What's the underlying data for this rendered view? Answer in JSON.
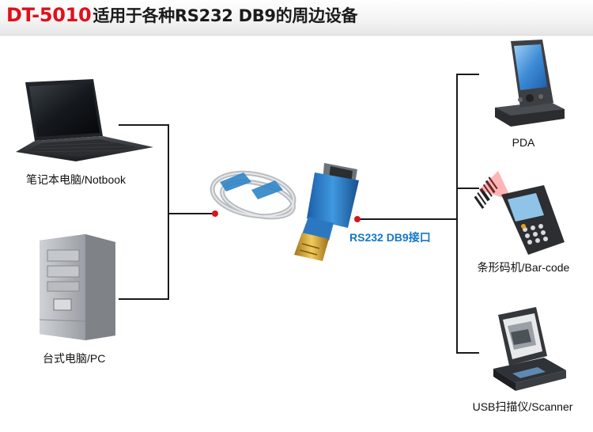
{
  "header": {
    "model": "DT-5010",
    "title_rest": "适用于各种RS232 DB9的周边设备"
  },
  "center": {
    "port_label": "RS232 DB9接口"
  },
  "devices": {
    "notebook": "笔记本电脑/Notbook",
    "pc": "台式电脑/PC",
    "pda": "PDA",
    "barcode": "条形码机/Bar-code",
    "scanner": "USB扫描仪/Scanner"
  },
  "colors": {
    "model_red": "#e20f19",
    "port_blue": "#1577c9",
    "node_red": "#d4161d",
    "line": "#1a1a1a"
  },
  "icons": [
    "laptop-icon",
    "desktop-pc-icon",
    "usb-cable-icon",
    "db9-adapter-icon",
    "pda-icon",
    "barcode-scanner-icon",
    "flatbed-scanner-icon"
  ]
}
